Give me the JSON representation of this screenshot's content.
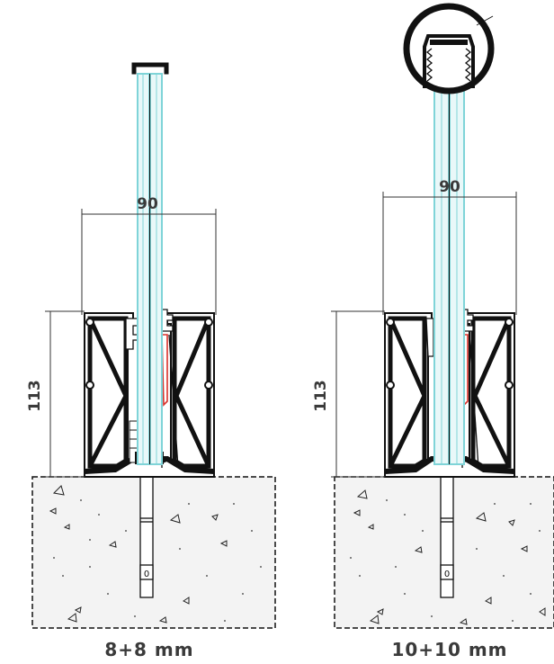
{
  "details": [
    {
      "id": "detail-8-8",
      "caption": "8+8 mm",
      "width_dim": "90",
      "height_dim": "113",
      "glass_panes": 2,
      "top_profile": "cap",
      "bolt_label": "0"
    },
    {
      "id": "detail-10-10",
      "caption": "10+10 mm",
      "width_dim": "90",
      "height_dim": "113",
      "glass_panes": 2,
      "top_profile": "round-handrail",
      "bolt_label": "0"
    }
  ],
  "colors": {
    "line": "#111111",
    "dim_line": "#333333",
    "glass": "#7fd4d8",
    "gasket_red": "#d9302a",
    "concrete_fill": "#f3f3f3",
    "text": "#3a3a3a"
  }
}
